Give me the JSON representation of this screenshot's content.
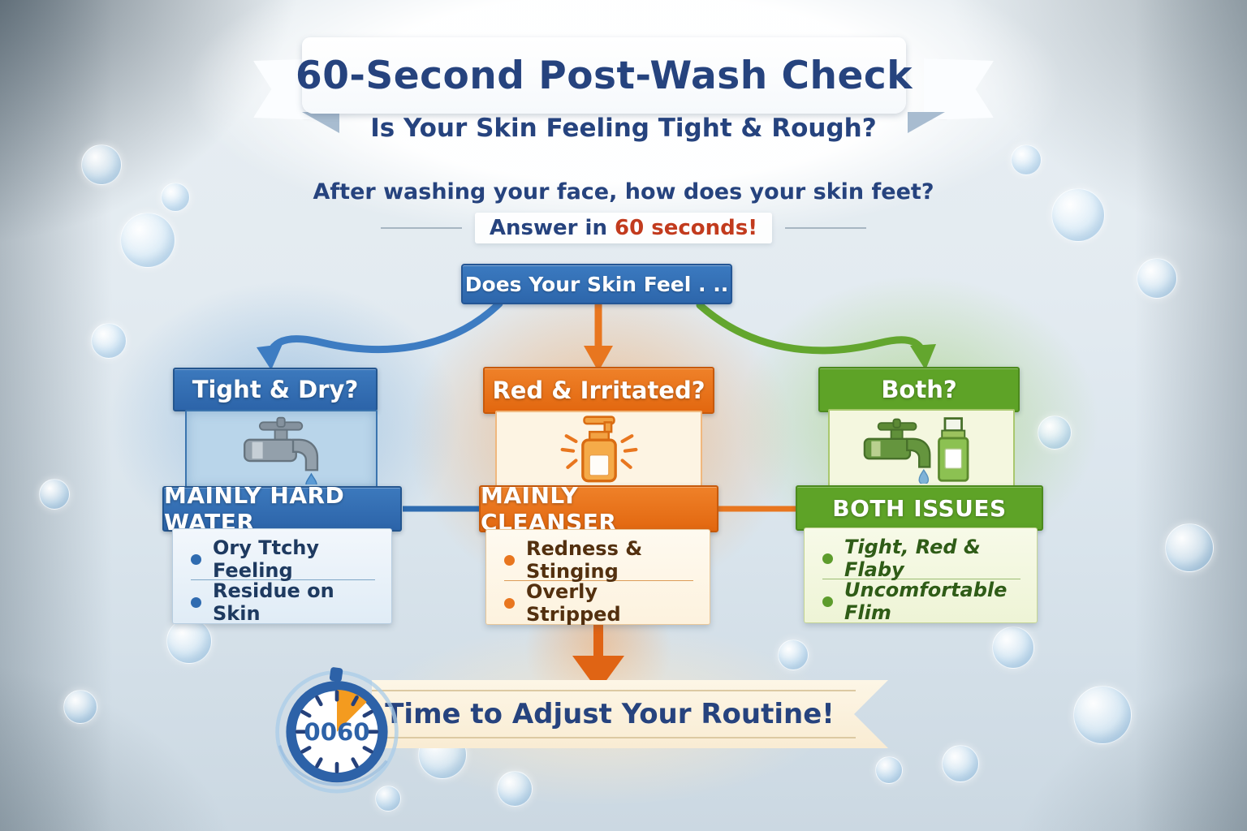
{
  "header": {
    "title": "60-Second Post-Wash Check",
    "subtitle": "Is Your Skin Feeling Tight & Rough?",
    "question": "After washing your face, how does your skin feet?",
    "answer_prefix": "Answer in ",
    "answer_highlight": "60 seconds!"
  },
  "root_node": {
    "label": "Does Your Skin Feel . .."
  },
  "branches": [
    {
      "question": "Tight & Dry?",
      "icon": "faucet-icon",
      "result": "MAINLY HARD WATER",
      "symptoms": [
        "Ory Ttchy Feeling",
        "Residue on Skin"
      ],
      "accent_color": "#2e6cb0"
    },
    {
      "question": "Red & Irritated?",
      "icon": "cleanser-bottle-icon",
      "result": "MAINLY CLEANSER",
      "symptoms": [
        "Redness & Stinging",
        "Overly Stripped"
      ],
      "accent_color": "#e8761f"
    },
    {
      "question": "Both?",
      "icon": "faucet-and-bottle-icon",
      "result": "BOTH ISSUES",
      "symptoms": [
        "Tight, Red & Flaby",
        "Uncomfortable Flim"
      ],
      "accent_color": "#5d9c2c"
    }
  ],
  "footer": {
    "timer_value": "0060",
    "timer_icon": "stopwatch-icon",
    "banner_text": "Time to Adjust Your Routine!"
  },
  "colors": {
    "navy": "#26437e",
    "blue": "#2e6cb0",
    "orange": "#e8761f",
    "green": "#5d9c2c",
    "red_accent": "#c23b1e",
    "cream": "#fdf4e3"
  }
}
